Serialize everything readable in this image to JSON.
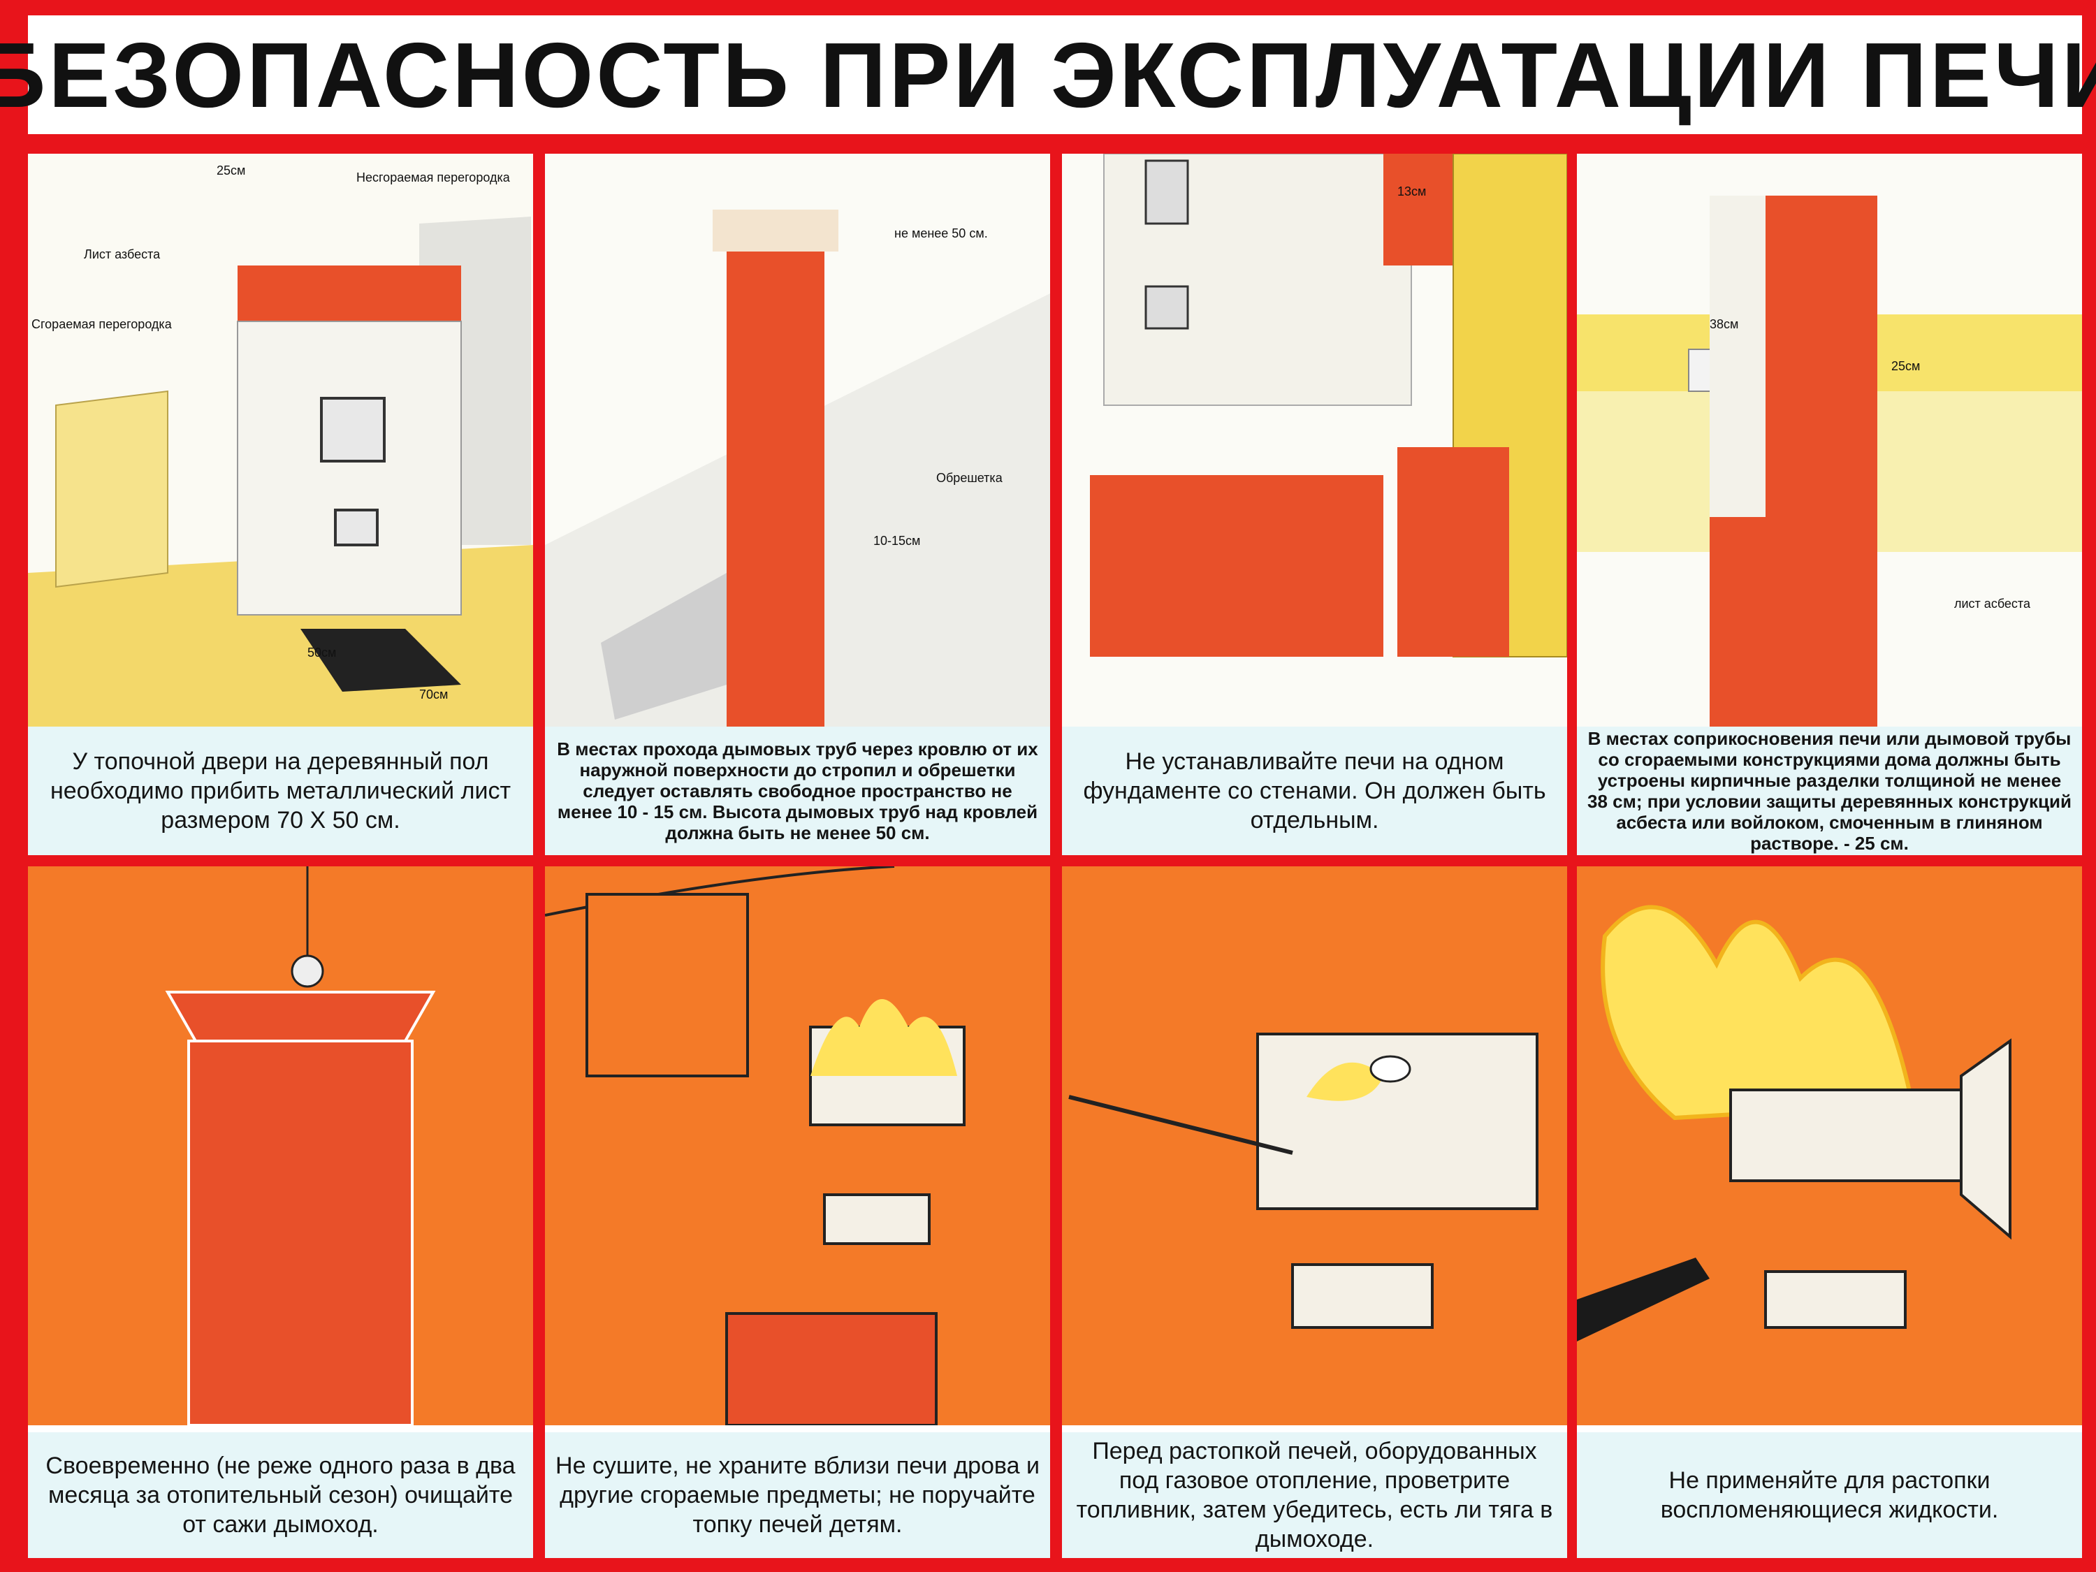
{
  "title": "БЕЗОПАСНОСТЬ ПРИ ЭКСПЛУАТАЦИИ ПЕЧИ",
  "colors": {
    "frame": "#e8141b",
    "brick": "#e8502a",
    "orange": "#f47a28",
    "caption_bg": "#e6f6f8"
  },
  "panels": [
    {
      "caption": "У топочной двери на деревянный пол необходимо прибить металлический лист размером 70 Х 50 см.",
      "labels": [
        "25см",
        "Несгораемая перегородка",
        "Лист азбеста",
        "Сгораемая перегородка",
        "50см",
        "70см"
      ]
    },
    {
      "caption": "В местах прохода дымовых труб через кровлю от их наружной поверхности до стропил и обрешетки следует оставлять свободное пространство не менее 10 - 15 см. Высота дымовых труб над кровлей должна быть не менее 50 см.",
      "labels": [
        "не менее 50 см.",
        "Обрешетка",
        "10-15см"
      ]
    },
    {
      "caption": "Не устанавливайте печи на одном фундаменте со стенами. Он должен быть отдельным.",
      "labels": [
        "13см"
      ]
    },
    {
      "caption": "В местах соприкосновения печи или дымовой трубы со сгораемыми конструкциями дома должны быть устроены кирпичные разделки толщиной не менее 38 см; при условии защиты деревянных конструкций асбеста или войлоком, смоченным в глиняном растворе. - 25 см.",
      "labels": [
        "38см",
        "25см",
        "лист асбеста"
      ]
    },
    {
      "caption": "Своевременно (не реже одного раза в два месяца за отопительный сезон) очищайте от сажи дымоход."
    },
    {
      "caption": "Не сушите, не храните вблизи печи дрова и другие сгораемые предметы; не поручайте топку печей детям."
    },
    {
      "caption": "Перед растопкой печей, оборудованных под газовое отопление, проветрите топливник, затем убедитесь, есть ли тяга в дымоходе."
    },
    {
      "caption": "Не применяйте для растопки воспломеняющиеся жидкости."
    }
  ]
}
